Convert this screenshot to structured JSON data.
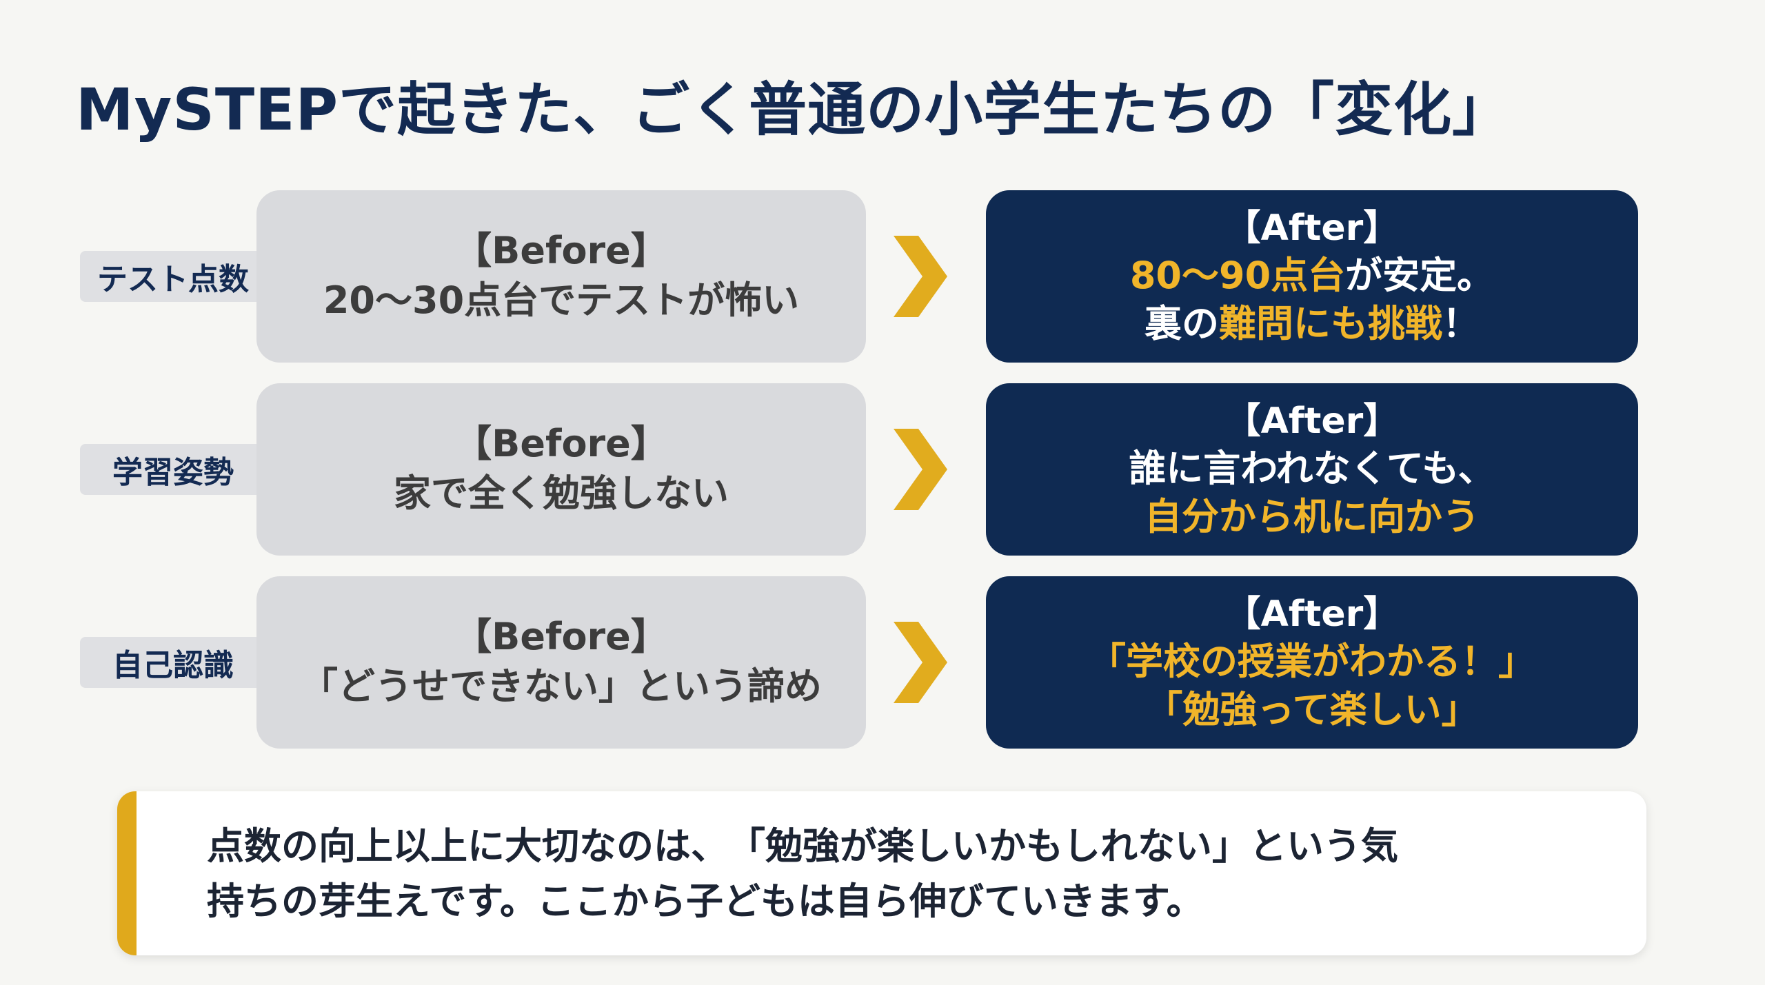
{
  "title": "MySTEPで起きた、ごく普通の小学生たちの「変化」",
  "colors": {
    "navy": "#0f2a52",
    "accent": "#f1b52a",
    "before_bg": "#d9dadd",
    "bar": "#e0a91c"
  },
  "rows": [
    {
      "category": "テスト点数",
      "before_tag": "【Before】",
      "before_text": "20〜30点台でテストが怖い",
      "after_tag": "【After】",
      "after_l1_hl": "80〜90点台",
      "after_l1_rest": "が安定。",
      "after_l2_pre": "裏の",
      "after_l2_hl": "難問にも挑戦",
      "after_l2_post": "！"
    },
    {
      "category": "学習姿勢",
      "before_tag": "【Before】",
      "before_text": "家で全く勉強しない",
      "after_tag": "【After】",
      "after_l1": "誰に言われなくても、",
      "after_l2": "自分から机に向かう"
    },
    {
      "category": "自己認識",
      "before_tag": "【Before】",
      "before_text": "「どうせできない」という諦め",
      "after_tag": "【After】",
      "after_l1": "「学校の授業がわかる！」",
      "after_l2": "「勉強って楽しい」"
    }
  ],
  "arrow_icon": "chevron-right-icon",
  "note": {
    "line1": "点数の向上以上に大切なのは、　「勉強が楽しいかもしれない」という気",
    "line2": "持ちの芽生えです。ここから子どもは自ら伸びていきます。"
  }
}
